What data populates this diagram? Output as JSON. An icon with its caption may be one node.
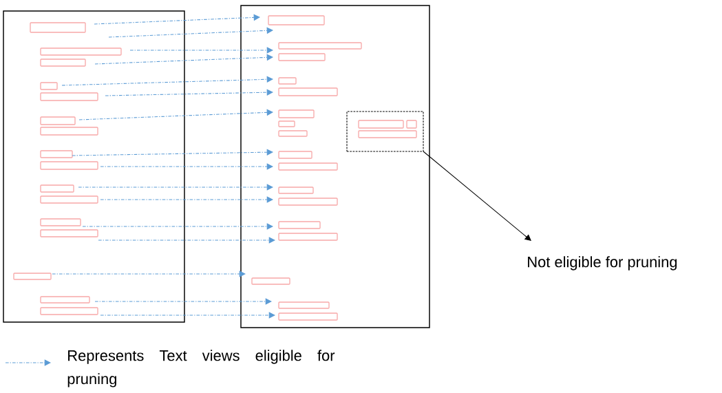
{
  "diagram": {
    "nodes": [
      {
        "text": [],
        "shape": "box"
      },
      {
        "text": [],
        "shape": "box",
        "in": 0
      },
      {
        "text": [],
        "shape": "box",
        "in": 0
      },
      {
        "text": [],
        "shape": "box",
        "in": 0
      },
      {
        "text": [],
        "shape": "box",
        "in": 0
      },
      {
        "text": [],
        "shape": "box",
        "in": 0
      },
      {
        "text": [],
        "shape": "box",
        "in": 0
      },
      {
        "text": [],
        "shape": "box",
        "in": 0
      },
      {
        "text": [],
        "shape": "box",
        "in": 0
      },
      {
        "text": [],
        "shape": "box",
        "in": 0
      },
      {
        "text": [],
        "shape": "box",
        "in": 0
      },
      {
        "text": [],
        "shape": "box",
        "in": 0
      },
      {
        "text": [],
        "shape": "box",
        "in": 0
      },
      {
        "text": [],
        "shape": "box",
        "in": 0
      },
      {
        "text": [],
        "shape": "box",
        "in": 0
      },
      {
        "text": [],
        "shape": "box",
        "in": 0
      },
      {
        "text": [],
        "shape": "box",
        "in": 0
      },
      {
        "text": [],
        "shape": "box"
      },
      {
        "text": [],
        "shape": "box",
        "in": 17
      },
      {
        "text": [],
        "shape": "box",
        "in": 17
      },
      {
        "text": [],
        "shape": "box",
        "in": 17
      },
      {
        "text": [],
        "shape": "box",
        "in": 17
      },
      {
        "text": [],
        "shape": "box",
        "in": 17
      },
      {
        "text": [],
        "shape": "box",
        "in": 17
      },
      {
        "text": [],
        "shape": "box",
        "in": 17
      },
      {
        "text": [],
        "shape": "box",
        "in": 17
      },
      {
        "text": [],
        "shape": "box",
        "in": 17
      },
      {
        "text": [],
        "shape": "box",
        "in": 26
      },
      {
        "text": [],
        "shape": "box",
        "in": 26
      },
      {
        "text": [],
        "shape": "box",
        "in": 26
      },
      {
        "text": [],
        "shape": "box",
        "in": 17
      },
      {
        "text": [],
        "shape": "box",
        "in": 17
      },
      {
        "text": [],
        "shape": "box",
        "in": 17
      },
      {
        "text": [],
        "shape": "box",
        "in": 17
      },
      {
        "text": [],
        "shape": "box",
        "in": 17
      },
      {
        "text": [],
        "shape": "box",
        "in": 17
      },
      {
        "text": [],
        "shape": "box",
        "in": 17
      },
      {
        "text": [],
        "shape": "box",
        "in": 17
      },
      {
        "text": [],
        "shape": "box",
        "in": 17
      },
      {
        "text": [
          "Not eligible for pruning"
        ]
      }
    ],
    "edges": [
      {
        "from": 1,
        "to": 18,
        "arrow": "to",
        "style": "dashed"
      },
      {
        "from": 2,
        "to": 19,
        "arrow": "to",
        "style": "dashed"
      },
      {
        "from": 3,
        "to": 20,
        "arrow": "to",
        "style": "dashed"
      },
      {
        "from": 4,
        "to": 21,
        "arrow": "to",
        "style": "dashed"
      },
      {
        "from": 5,
        "to": 22,
        "arrow": "to",
        "style": "dashed"
      },
      {
        "from": 6,
        "to": 23,
        "arrow": "to",
        "style": "dashed"
      },
      {
        "from": 8,
        "to": 30,
        "arrow": "to",
        "style": "dashed"
      },
      {
        "from": 9,
        "to": 31,
        "arrow": "to",
        "style": "dashed"
      },
      {
        "from": 10,
        "to": 32,
        "arrow": "to",
        "style": "dashed"
      },
      {
        "from": 11,
        "to": 33,
        "arrow": "to",
        "style": "dashed"
      },
      {
        "from": 12,
        "to": 34,
        "arrow": "to",
        "style": "dashed"
      },
      {
        "from": 13,
        "to": 35,
        "arrow": "to",
        "style": "dashed"
      },
      {
        "from": 14,
        "to": 36,
        "arrow": "to",
        "style": "dashed"
      },
      {
        "from": 15,
        "to": 37,
        "arrow": "to",
        "style": "dashed"
      },
      {
        "from": 16,
        "to": 38,
        "arrow": "to",
        "style": "dashed"
      },
      {
        "from": 26,
        "to": 39,
        "arrow": "to",
        "color": "#000000"
      }
    ],
    "legend": [
      {
        "text": "Represents Text views eligible for pruning"
      }
    ]
  }
}
